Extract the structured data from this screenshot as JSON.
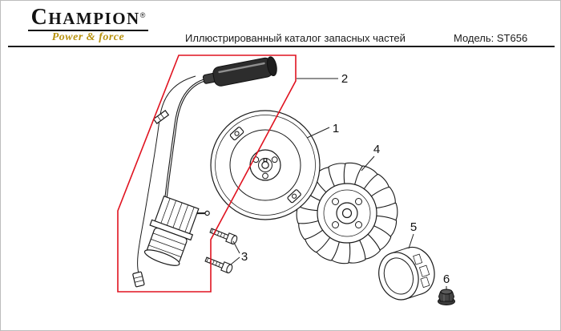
{
  "header": {
    "logo": {
      "brand": "CHAMPION",
      "registered_mark": "®",
      "tagline": "Power & force",
      "tagline_color": "#b8920f"
    },
    "title": "Иллюстрированный каталог запасных частей",
    "model_label": "Модель: ST656"
  },
  "diagram": {
    "highlight_color": "#e01320",
    "line_color": "#1a1a1a",
    "callouts": [
      {
        "number": "1"
      },
      {
        "number": "2"
      },
      {
        "number": "3"
      },
      {
        "number": "4"
      },
      {
        "number": "5"
      },
      {
        "number": "6"
      }
    ]
  }
}
